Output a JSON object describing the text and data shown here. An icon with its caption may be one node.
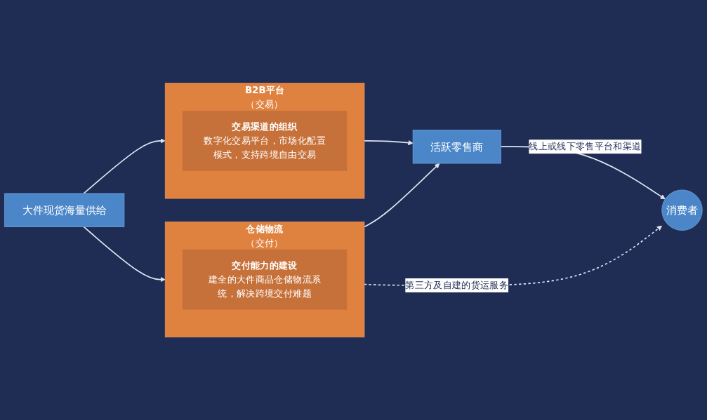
{
  "diagram": {
    "nodes": [
      {
        "text": [
          "大件现货海量供给"
        ]
      },
      {
        "text": [
          "B2B平台",
          "（交易）"
        ]
      },
      {
        "text": [
          "交易渠道的组织",
          "数字化交易平台，市场化配置模式，支持跨境自由交易"
        ],
        "in": 1
      },
      {
        "text": [
          "仓储物流",
          "（交付）"
        ]
      },
      {
        "text": [
          "交付能力的建设",
          "建全的大件商品仓储物流系统，解决跨境交付难题"
        ],
        "in": 3
      },
      {
        "text": [
          "活跃零售商"
        ]
      },
      {
        "text": [
          "消费者"
        ]
      }
    ],
    "edges": [
      {
        "from": 0,
        "to": 1,
        "arrow": "to"
      },
      {
        "from": 0,
        "to": 3,
        "arrow": "to"
      },
      {
        "from": 1,
        "to": 5,
        "arrow": "to"
      },
      {
        "from": 3,
        "to": 5,
        "arrow": "to"
      },
      {
        "from": 5,
        "to": 6,
        "arrow": "to",
        "label": "线上或线下零售平台和渠道"
      },
      {
        "from": 3,
        "to": 6,
        "arrow": "to",
        "label": "第三方及自建的货运服务",
        "style": "dashed"
      }
    ]
  }
}
